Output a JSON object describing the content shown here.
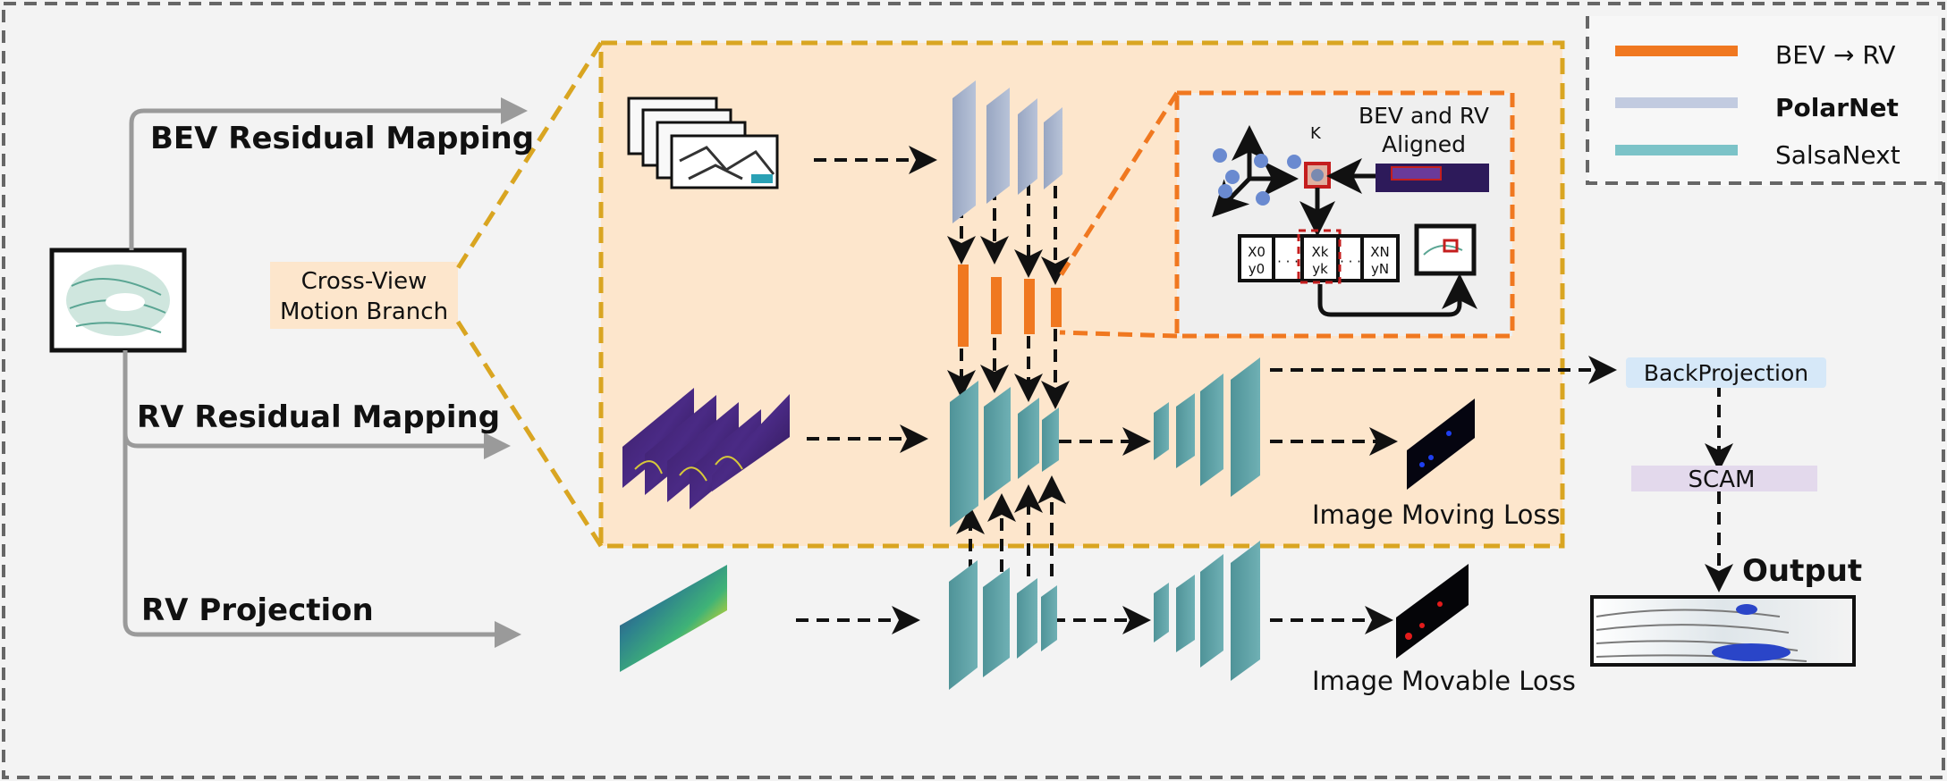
{
  "legend": {
    "items": [
      {
        "label": "BEV → RV",
        "color": "#f07820"
      },
      {
        "label": "PolarNet",
        "color": "#c2cbe0"
      },
      {
        "label": "SalsaNext",
        "color": "#7cc3c8"
      }
    ]
  },
  "inputs": {
    "bev_residual": "BEV Residual Mapping",
    "rv_residual": "RV Residual Mapping",
    "rv_projection": "RV Projection"
  },
  "branch": {
    "label_line1": "Cross-View",
    "label_line2": "Motion Branch"
  },
  "inset": {
    "title_line1": "BEV and RV",
    "title_line2": "Aligned",
    "k_label": "K",
    "cells": [
      {
        "top": "X0",
        "bottom": "y0"
      },
      {
        "top": "Xk",
        "bottom": "yk"
      },
      {
        "top": "XN",
        "bottom": "yN"
      }
    ]
  },
  "losses": {
    "moving": "Image Moving Loss",
    "movable": "Image Movable Loss"
  },
  "modules": {
    "backprojection": "BackProjection",
    "scam": "SCAM",
    "output": "Output"
  },
  "colors": {
    "orange_bg": "#fde6cc",
    "gold_dash": "#d9a521",
    "orange_dash": "#f07820",
    "teal": "#5a9ea3",
    "polar": "#a7b4cc",
    "bp_bg": "#d6e8f8",
    "scam_bg": "#e3d9ec",
    "label_bg": "#fde6cc"
  }
}
